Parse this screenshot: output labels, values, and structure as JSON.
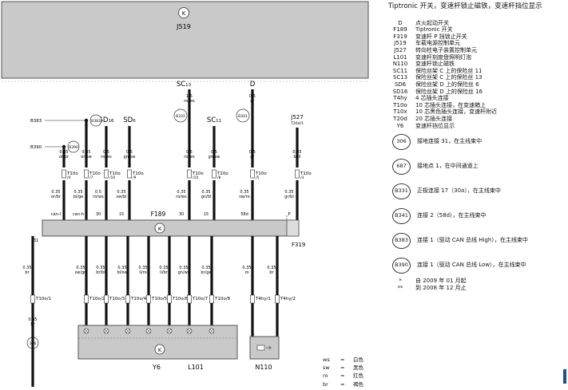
{
  "diagram": {
    "top_box": {
      "symbol": "K",
      "label": "J519"
    },
    "tiptronic_box": {
      "symbol": "K",
      "label": "F189",
      "sub_label": "F319",
      "right_pin": "P"
    },
    "lamp_box": {
      "symbol": "K"
    },
    "refs": {
      "sc13": {
        "prefix": "SC",
        "num": "13"
      },
      "d": "D",
      "sd16": {
        "prefix": "SD",
        "num": "16"
      },
      "sd6": {
        "prefix": "SD",
        "num": "6"
      },
      "sc11": {
        "prefix": "SC",
        "num": "11"
      },
      "j527": "J527",
      "t20d": "T20d/1",
      "b383": "B383",
      "b390": "B390",
      "b383c": "B383",
      "b390c": "B390",
      "c331": "B331",
      "c341": "B341",
      "c306": "306"
    },
    "top_wires": [
      {
        "size": "0.35",
        "color": "or/br",
        "conn": "T10o",
        "pin": "/4",
        "size2": "0.35",
        "color2": "or/br",
        "term": "can-l"
      },
      {
        "size": "0.35",
        "color": "or/sw",
        "conn": "T10o",
        "pin": "/7",
        "size2": "0.35",
        "color2": "bl/ge",
        "term": "can-h"
      },
      {
        "size": "0.5",
        "color": "ro/ws",
        "conn": "T10o",
        "pin": "/10",
        "size2": "0.5",
        "color2": "ro/ws",
        "term": "30"
      },
      {
        "size": "0.5",
        "color": "gn/sw",
        "conn": "T10o",
        "pin": "/9",
        "size2": "0.35",
        "color2": "sw/bl",
        "term": "15"
      },
      {
        "size": "0.5",
        "color": "ro/ws",
        "conn": "T10o",
        "pin": "/10",
        "size2": "0.35",
        "color2": "ro/ws",
        "term": "30"
      },
      {
        "size": "0.5",
        "color": "gn/sw",
        "conn": "T10o",
        "pin": "/8",
        "size2": "0.35",
        "color2": "gn/bl",
        "term": "15"
      },
      {
        "size": "0.5",
        "color": "gr",
        "conn": "T10o",
        "pin": "/5",
        "size2": "0.35",
        "color2": "sw/ro",
        "term": "58d"
      },
      {
        "size": "0.35",
        "color": "bl/li",
        "conn": "T10o",
        "pin": "/3",
        "size2": "0.35",
        "color2": "gr/bl",
        "term": "P"
      }
    ],
    "sc13_wire": {
      "size": "1.5",
      "color": "ro/ws"
    },
    "d_wire": {
      "size": "0.5",
      "color": "gr"
    },
    "bottom_wires": [
      {
        "size": "0.35",
        "color": "br",
        "conn": "T10o/1",
        "pin": "31",
        "size2": "0.35",
        "color2": "br"
      },
      {
        "size": "0.35",
        "color": "sw/gn",
        "conn": "T10o/2"
      },
      {
        "size": "0.35",
        "color": "br/bl",
        "conn": "T10o/3"
      },
      {
        "size": "0.35",
        "color": "bl/sw",
        "conn": "T10o/4"
      },
      {
        "size": "0.35",
        "color": "li/ro",
        "conn": "T10o/5"
      },
      {
        "size": "0.35",
        "color": "li/br",
        "conn": "T10o/6"
      },
      {
        "size": "0.35",
        "color": "gn/ws",
        "conn": "T10o/7"
      },
      {
        "size": "0.35",
        "color": "br/ge",
        "conn": "T10o/8"
      },
      {
        "size": "0.35",
        "color": "ro",
        "conn": "T4hy/1"
      },
      {
        "size": "0.35",
        "color": "br",
        "conn": "T4hy/2"
      }
    ],
    "bottom_labels": {
      "y6": "Y6",
      "l101": "L101",
      "n110": "N110",
      "pin1": "1",
      "pin2": "2"
    }
  },
  "legend": {
    "title": "Tiptronic 开关，变速杆锁止磁铁，变速杆挡位显示",
    "items": [
      {
        "code": "D",
        "desc": "点火起动开关"
      },
      {
        "code": "F189",
        "desc": "Tiptronic 开关"
      },
      {
        "code": "F319",
        "desc": "变速杆 P 挡锁止开关"
      },
      {
        "code": "J519",
        "desc": "车载电源控制单元"
      },
      {
        "code": "J527",
        "desc": "转向柱电子装置控制单元"
      },
      {
        "code": "L101",
        "desc": "变速杆刻度盘照明灯泡"
      },
      {
        "code": "N110",
        "desc": "变速杆锁止磁铁"
      },
      {
        "code": "SC11",
        "desc": "保险丝架 C 上的保险丝 11"
      },
      {
        "code": "SC13",
        "desc": "保险丝架 C 上的保险丝 13"
      },
      {
        "code": "SD6",
        "desc": "保险丝架 D 上的保险丝 6"
      },
      {
        "code": "SD16",
        "desc": "保险丝架 D 上的保险丝 16"
      },
      {
        "code": "T4hy",
        "desc": "4 芯插头连接"
      },
      {
        "code": "T10o",
        "desc": "10 芯插头连接，在变速箱上"
      },
      {
        "code": "T10x",
        "desc": "10 芯黑色插头连接，变速杆附近"
      },
      {
        "code": "T20d",
        "desc": "20 芯插头连接"
      },
      {
        "code": "Y6",
        "desc": "变速杆挡位显示"
      }
    ],
    "circled": [
      {
        "code": "306",
        "desc": "接地连接 31，在主线束中"
      },
      {
        "code": "687",
        "desc": "接地点 1，在中间通道上"
      },
      {
        "code": "B331",
        "desc": "正极连接 17（30a），在主线束中"
      },
      {
        "code": "B341",
        "desc": "连接 2（58d），在主线束中"
      },
      {
        "code": "B383",
        "desc": "连接 1（驱动 CAN 总线 High），在主线束中"
      },
      {
        "code": "B390",
        "desc": "连接 1（驱动 CAN 总线 Low），在主线束中"
      }
    ],
    "notes": [
      {
        "code": "*",
        "desc": "自 2009 年 01 月起"
      },
      {
        "code": "**",
        "desc": "到 2008 年 12 月止"
      }
    ]
  },
  "colors": [
    {
      "abbr": "ws",
      "eq": "=",
      "name": "白色"
    },
    {
      "abbr": "sw",
      "eq": "=",
      "name": "黑色"
    },
    {
      "abbr": "ro",
      "eq": "=",
      "name": "红色"
    },
    {
      "abbr": "br",
      "eq": "=",
      "name": "褐色"
    }
  ]
}
